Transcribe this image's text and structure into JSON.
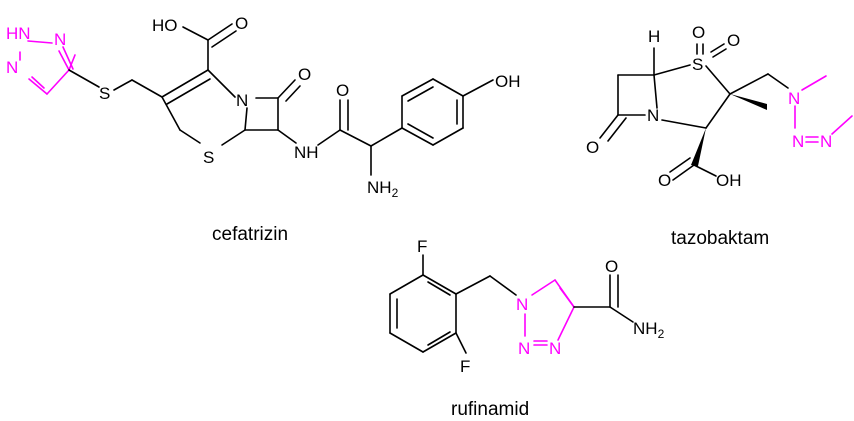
{
  "molecules": {
    "cefatrizin": {
      "name": "cefatrizin"
    },
    "tazobaktam": {
      "name": "tazobaktam"
    },
    "rufinamid": {
      "name": "rufinamid"
    }
  },
  "atoms": {
    "HO": "HO",
    "O": "O",
    "N": "N",
    "S": "S",
    "H": "H",
    "OH": "OH",
    "NH": "NH",
    "HN": "HN",
    "F": "F",
    "NH2_base": "NH",
    "NH2_sub": "2"
  },
  "colors": {
    "highlight": "#ff00ff",
    "bond": "#000000"
  }
}
